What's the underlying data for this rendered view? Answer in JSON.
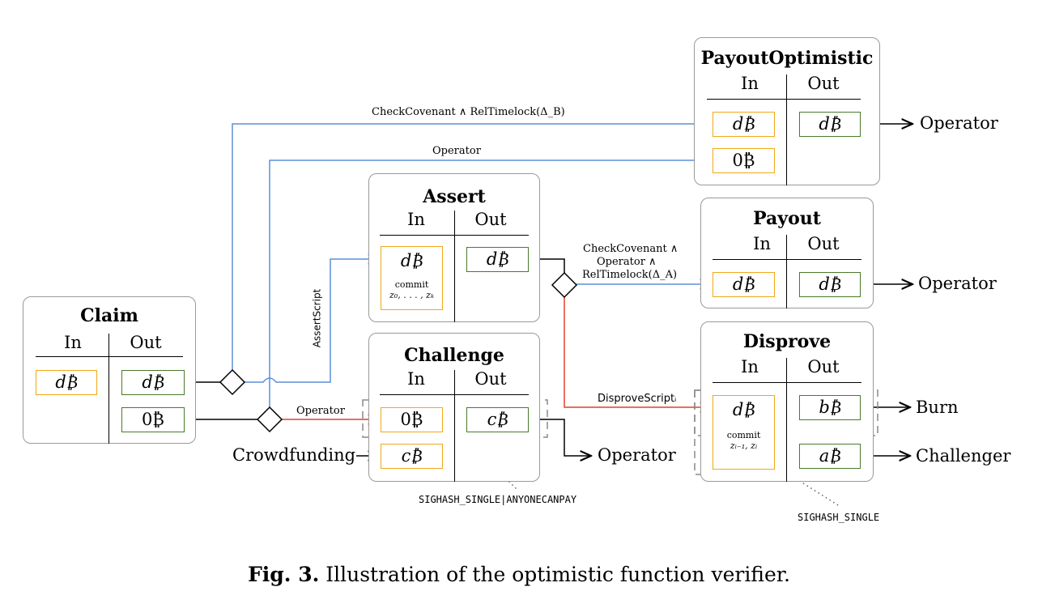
{
  "colors": {
    "blue": "#5b8fd9",
    "red": "#e0412c",
    "input_border": "#f2a818",
    "output_border": "#4a7a2a",
    "box_border": "#9a9a9a"
  },
  "headers": {
    "in": "In",
    "out": "Out"
  },
  "boxes": {
    "claim": {
      "title": "Claim",
      "inputs": [
        "d₿"
      ],
      "outputs": [
        "d₿",
        "0₿"
      ]
    },
    "assert": {
      "title": "Assert",
      "input": "d₿",
      "commit_word": "commit",
      "commit_vars": "z₀, . . . , zₖ",
      "output": "d₿"
    },
    "challenge": {
      "title": "Challenge",
      "inputs": [
        "0₿",
        "c₿"
      ],
      "outputs": [
        "c₿"
      ]
    },
    "payout_optimistic": {
      "title": "PayoutOptimistic",
      "inputs": [
        "d₿",
        "0₿"
      ],
      "outputs": [
        "d₿"
      ]
    },
    "payout": {
      "title": "Payout",
      "inputs": [
        "d₿"
      ],
      "outputs": [
        "d₿"
      ]
    },
    "disprove": {
      "title": "Disprove",
      "input": "d₿",
      "commit_word": "commit",
      "commit_vars": "zᵢ₋₁, zᵢ",
      "outputs": [
        "b₿",
        "a₿"
      ]
    }
  },
  "edge_labels": {
    "check_cov_b": "CheckCovenant ∧ RelTimelock(Δ_B)",
    "operator_top": "Operator",
    "assert_script": "AssertScript",
    "operator_challenge": "Operator",
    "check_cov_a_line1": "CheckCovenant ∧",
    "check_cov_a_line2": "Operator ∧",
    "check_cov_a_line3": "RelTimelock(Δ_A)",
    "disprove_script": "DisproveScriptᵢ"
  },
  "external": {
    "operator_1": "Operator",
    "operator_2": "Operator",
    "operator_3": "Operator",
    "burn": "Burn",
    "challenger": "Challenger",
    "crowdfunding": "Crowdfunding"
  },
  "sighash": {
    "single_acp": "SIGHASH_SINGLE|ANYONECANPAY",
    "single": "SIGHASH_SINGLE"
  },
  "caption": {
    "label": "Fig. 3.",
    "text": "Illustration of the optimistic function verifier."
  }
}
